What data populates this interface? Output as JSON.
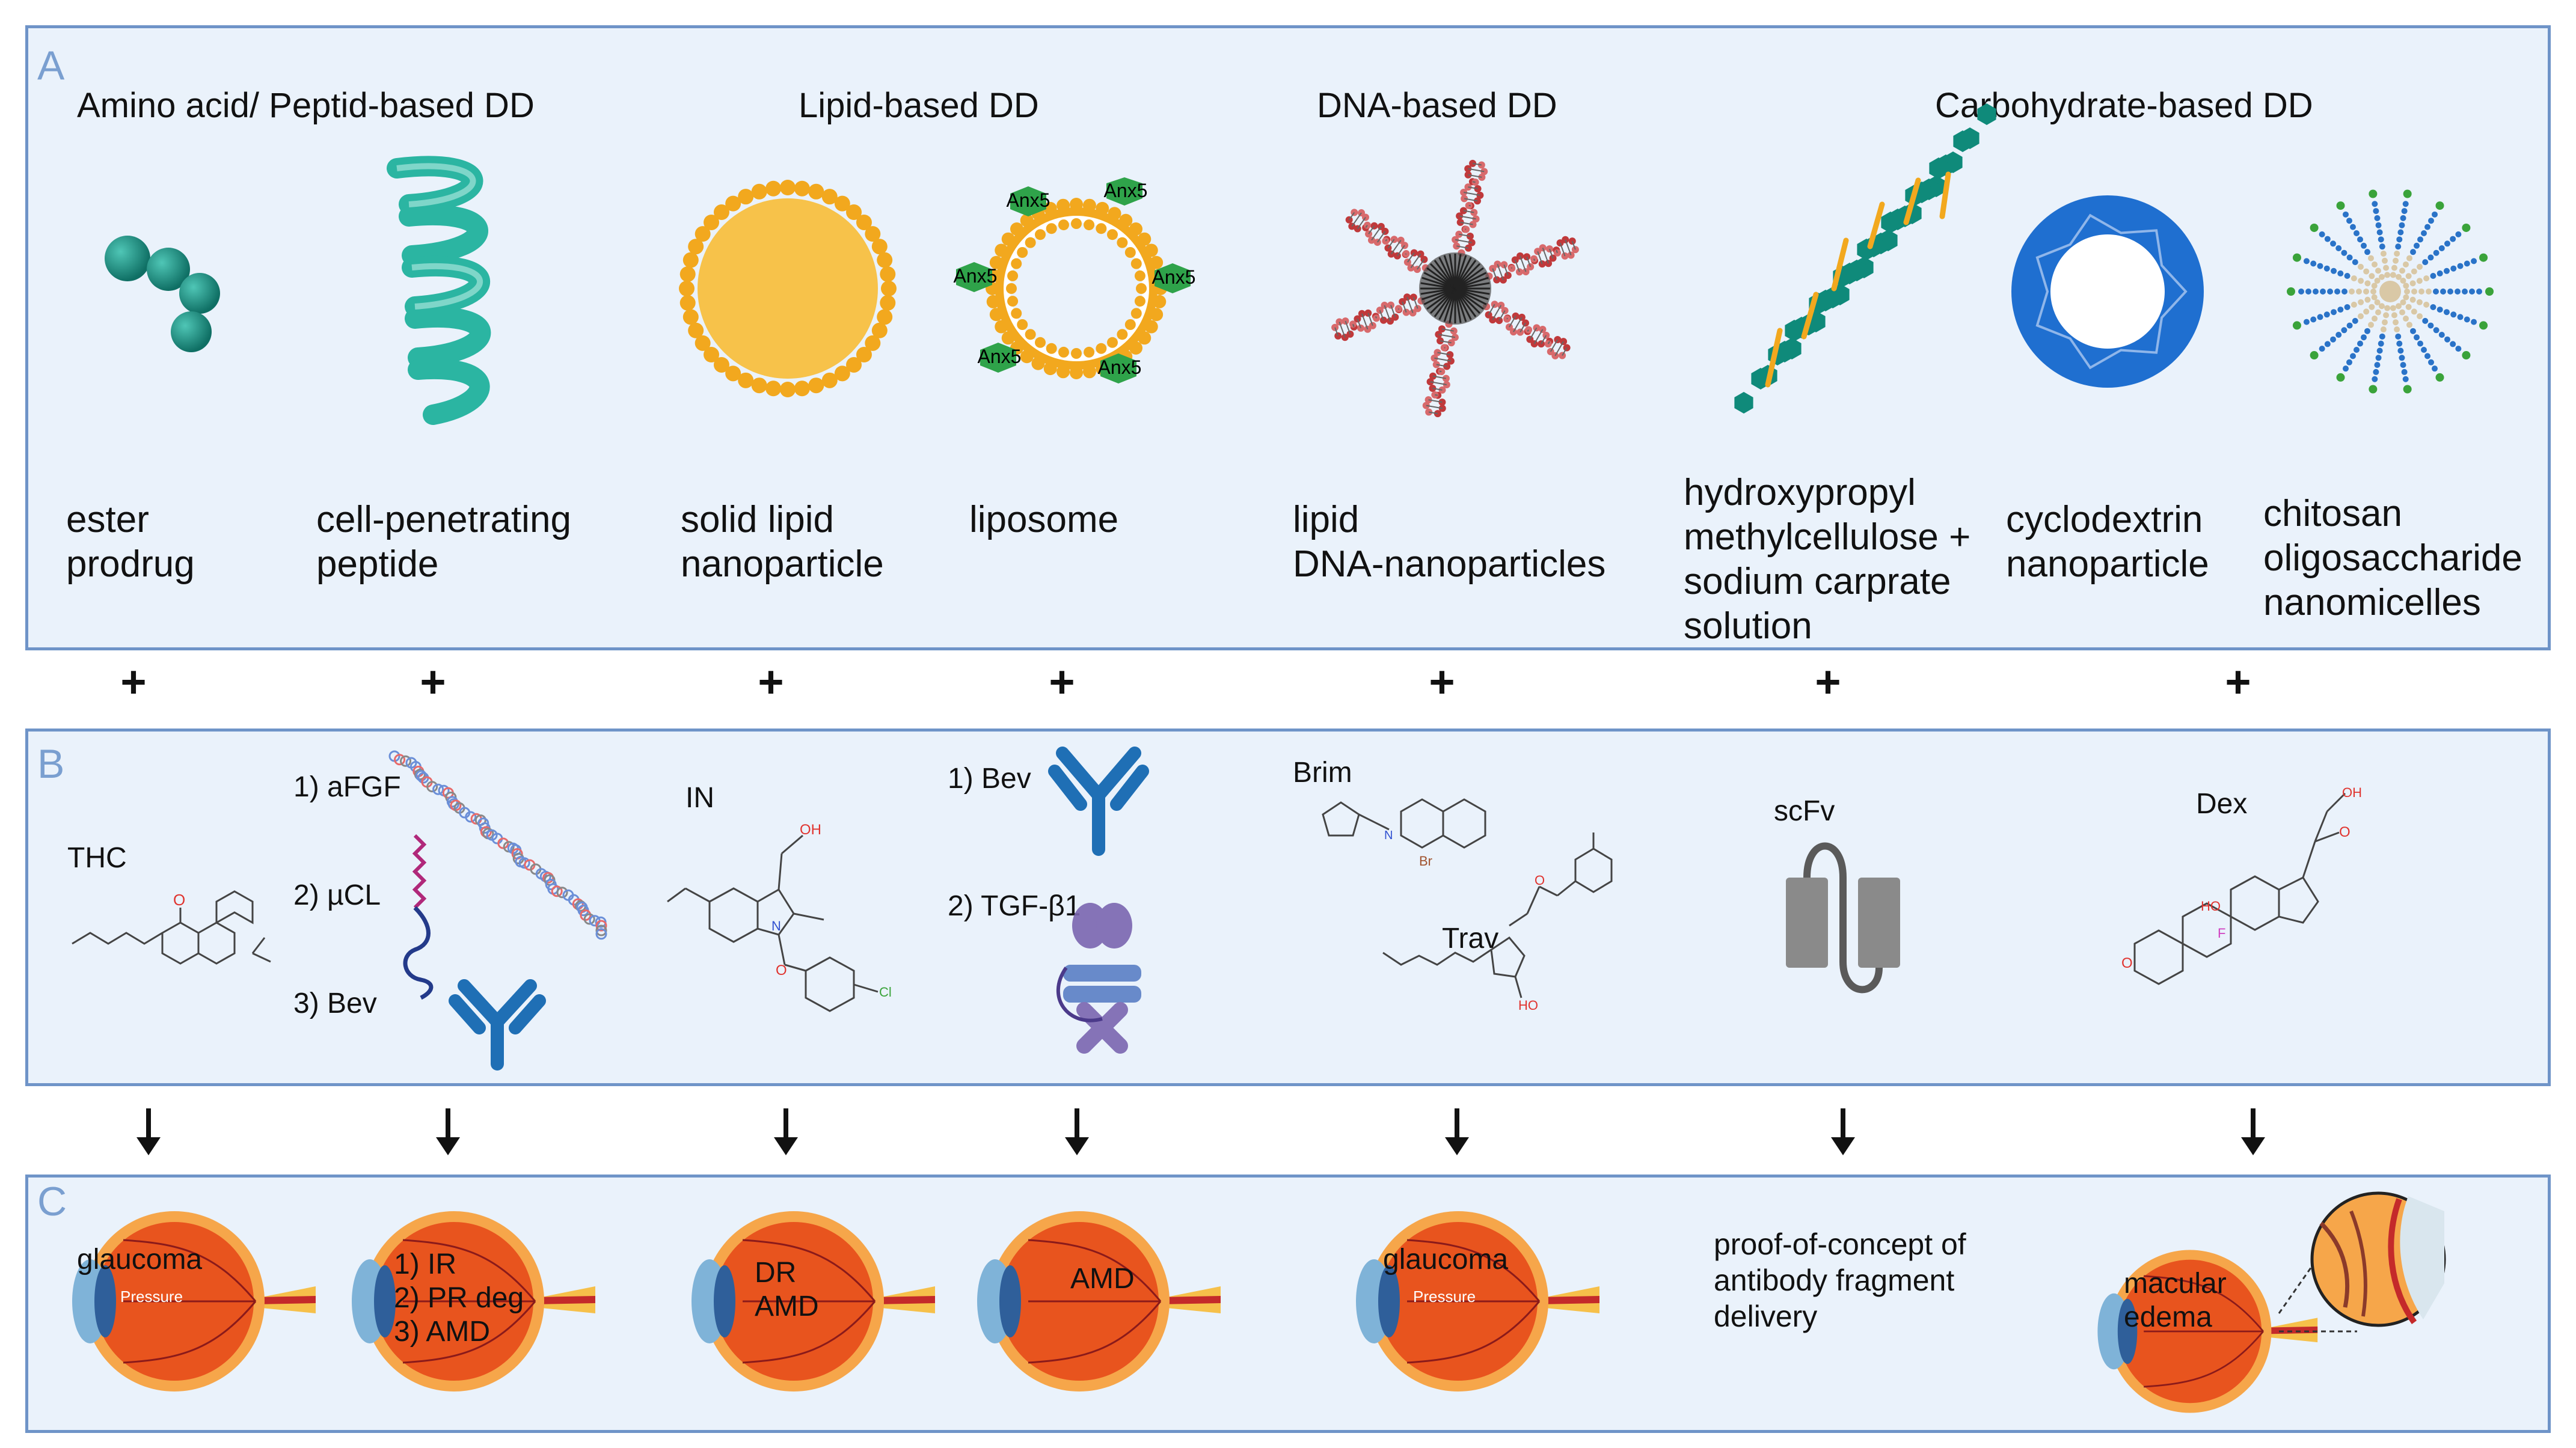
{
  "panels": {
    "a": {
      "label": "A",
      "categories": [
        "Amino acid/ Peptid-based DD",
        "Lipid-based DD",
        "DNA-based DD",
        "Carbohydrate-based DD"
      ],
      "items": [
        "ester\nprodrug",
        "cell-penetrating\npeptide",
        "solid lipid\nnanoparticle",
        "liposome",
        "lipid\nDNA-nanoparticles",
        "hydroxypropyl\nmethylcellulose +\nsodium carprate\nsolution",
        "cyclodextrin\nnanoparticle",
        "chitosan\noligosaccharide\nnanomicelles"
      ],
      "liposome_marker": "Anx5"
    },
    "b": {
      "label": "B",
      "drugs": {
        "thc": "THC",
        "afgf": "1) aFGF",
        "ucl": "2) µCL",
        "bev3": "3) Bev",
        "in": "IN",
        "bev1": "1) Bev",
        "tgf": "2) TGF-β1",
        "brim": "Brim",
        "trav": "Trav",
        "scfv": "scFv",
        "dex": "Dex"
      }
    },
    "c": {
      "label": "C",
      "diseases": {
        "glaucoma1": "glaucoma",
        "pressure1": "Pressure",
        "ir_list": "1) IR\n2) PR deg\n3) AMD",
        "dr_amd": "DR\nAMD",
        "amd": "AMD",
        "glaucoma2": "glaucoma",
        "pressure2": "Pressure",
        "proof": "proof-of-concept of\nantibody fragment\ndelivery",
        "macular": "macular\nedema"
      }
    }
  },
  "connectors": {
    "plus": "+"
  },
  "colors": {
    "panel_bg": "#eaf2fb",
    "panel_border": "#6f94c8",
    "label": "#7a9fd0",
    "teal": "#1f9e8f",
    "lipid": "#f2a81e",
    "antibody": "#1f6fb5",
    "dna": "#c0393b",
    "eye": "#e8541e"
  }
}
